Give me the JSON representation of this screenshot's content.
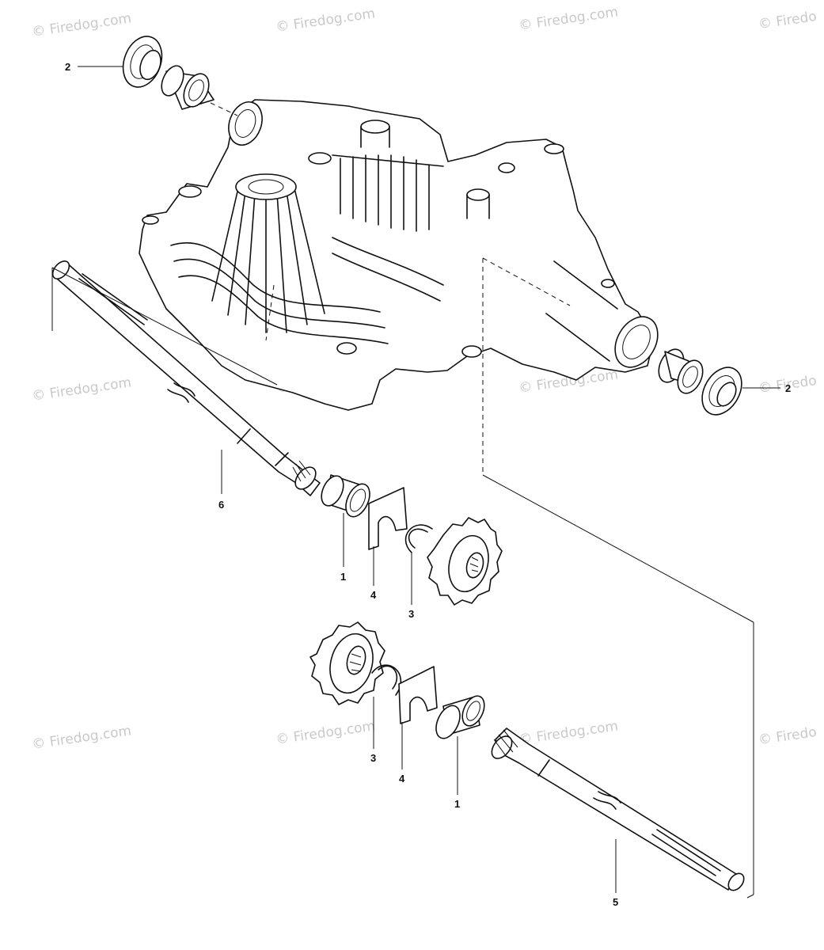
{
  "watermark": {
    "text": "© Firedog.com",
    "text_cropped": "© Firedo"
  },
  "callouts": {
    "seal_top": "2",
    "seal_right": "2",
    "axle_left": "6",
    "bushing_upper": "1",
    "shim_upper": "4",
    "clip_upper": "3",
    "clip_lower": "3",
    "shim_lower": "4",
    "bushing_lower": "1",
    "axle_right": "5"
  }
}
